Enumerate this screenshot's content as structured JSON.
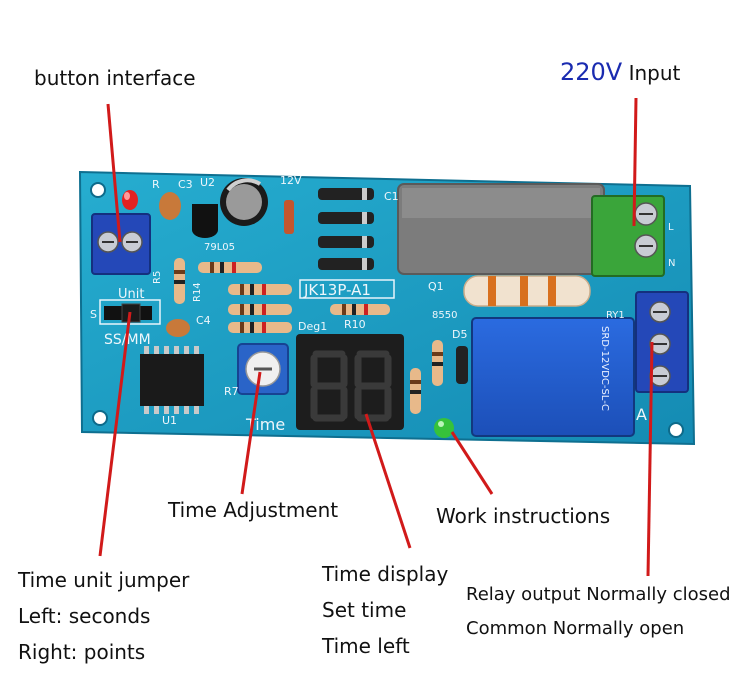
{
  "callouts": {
    "button_interface": "button interface",
    "input_voltage": "220V",
    "input_label": "Input",
    "time_adjustment": "Time Adjustment",
    "work_instructions": "Work instructions",
    "time_unit_jumper": [
      "Time unit jumper",
      "Left: seconds",
      "Right: points"
    ],
    "time_display": [
      "Time display",
      "Set time",
      "Time left"
    ],
    "relay_output": [
      "Relay output Normally closed",
      "Common Normally open"
    ]
  },
  "board": {
    "model": "JK13P-A1",
    "relay_text": "SRD-12VDC-SL-C",
    "silk": {
      "unit": "Unit",
      "ss_mm": "SS/MM",
      "time": "Time",
      "deg1": "Deg1",
      "r10": "R10",
      "r7": "R7",
      "u1": "U1",
      "u2": "U2",
      "c1": "C1",
      "c3": "C3",
      "c4": "C4",
      "r": "R",
      "r5": "R5",
      "r14": "R14",
      "q1": "Q1",
      "d5": "D5",
      "ry1": "RY1",
      "reg": "79L05",
      "v12": "12V",
      "s": "S",
      "transistor": "8550",
      "a": "A",
      "l": "L",
      "n": "N"
    },
    "display_digits": "88"
  },
  "colors": {
    "pcb": "#1a9fc4",
    "annotation_line": "#d11a1a",
    "voltage_text": "#1a2bb0"
  }
}
